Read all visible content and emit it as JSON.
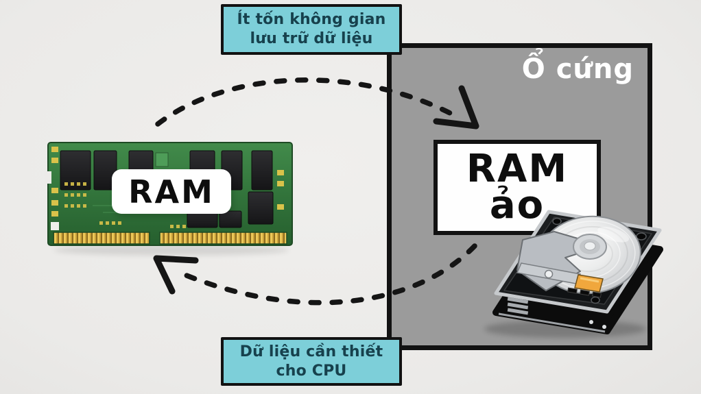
{
  "diagram": {
    "background_color": "#ecebe9",
    "outline_color": "#121212",
    "notes": {
      "top": {
        "lines": [
          "Ít tốn không gian",
          "lưu trữ dữ liệu"
        ],
        "fill": "#7dcfd9",
        "text_color": "#17414d"
      },
      "bottom": {
        "lines": [
          "Dữ liệu cần thiết",
          "cho CPU"
        ],
        "fill": "#7dcfd9",
        "text_color": "#17414d"
      }
    },
    "hard_drive_panel": {
      "label": "Ổ cứng",
      "fill": "#9b9b9b",
      "label_color": "#ffffff"
    },
    "virtual_ram_box": {
      "lines": [
        "RAM",
        "ảo"
      ],
      "fill": "#ffffff",
      "text_color": "#111111"
    },
    "ram_module": {
      "label": "RAM",
      "pcb_color": "#35793d",
      "pin_color": "#d9a93c",
      "chip_color": "#202022"
    },
    "arrows": {
      "to_hard_drive": "dashed-curved-arrow-right",
      "to_ram": "dashed-curved-arrow-left",
      "color": "#151515"
    },
    "illustrations": {
      "ram": "ram-module-illustration",
      "hard_drive": "hard-drive-illustration",
      "hdd_chip_color": "#f0a73d",
      "platter_color": "#d9dbdd"
    }
  }
}
